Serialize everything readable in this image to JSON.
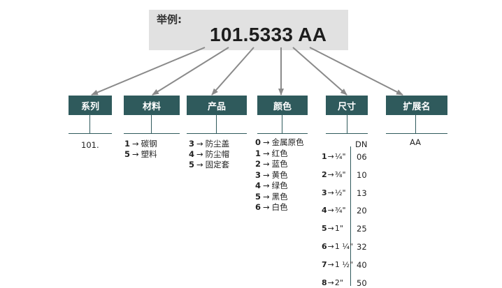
{
  "example": {
    "label": "举例:",
    "code": "101.5333 AA"
  },
  "headers": {
    "series": "系列",
    "material": "材料",
    "product": "产品",
    "color": "颜色",
    "size": "尺寸",
    "extension": "扩展名"
  },
  "series_value": "101.",
  "arrow": "→",
  "materials": [
    {
      "code": "1",
      "name": "碳钢"
    },
    {
      "code": "5",
      "name": "塑料"
    }
  ],
  "products": [
    {
      "code": "3",
      "name": "防尘盖"
    },
    {
      "code": "4",
      "name": "防尘帽"
    },
    {
      "code": "5",
      "name": "固定套"
    }
  ],
  "colors": [
    {
      "code": "0",
      "name": "金属原色"
    },
    {
      "code": "1",
      "name": "红色"
    },
    {
      "code": "2",
      "name": "蓝色"
    },
    {
      "code": "3",
      "name": "黄色"
    },
    {
      "code": "4",
      "name": "绿色"
    },
    {
      "code": "5",
      "name": "黑色"
    },
    {
      "code": "6",
      "name": "白色"
    }
  ],
  "size_dn_label": "DN",
  "sizes": [
    {
      "code": "1",
      "inch": "¼\"",
      "dn": "06"
    },
    {
      "code": "2",
      "inch": "⅜\"",
      "dn": "10"
    },
    {
      "code": "3",
      "inch": "½\"",
      "dn": "13"
    },
    {
      "code": "4",
      "inch": "¾\"",
      "dn": "20"
    },
    {
      "code": "5",
      "inch": "1\"",
      "dn": "25"
    },
    {
      "code": "6",
      "inch": "1 ¼\"",
      "dn": "32"
    },
    {
      "code": "7",
      "inch": "1 ½\"",
      "dn": "40"
    },
    {
      "code": "8",
      "inch": "2\"",
      "dn": "50"
    }
  ],
  "extension_value": "AA",
  "colors_theme": {
    "header_bg": "#2f5a5c",
    "arrow": "#8a8a8a",
    "example_bg": "#e1e1e1"
  }
}
